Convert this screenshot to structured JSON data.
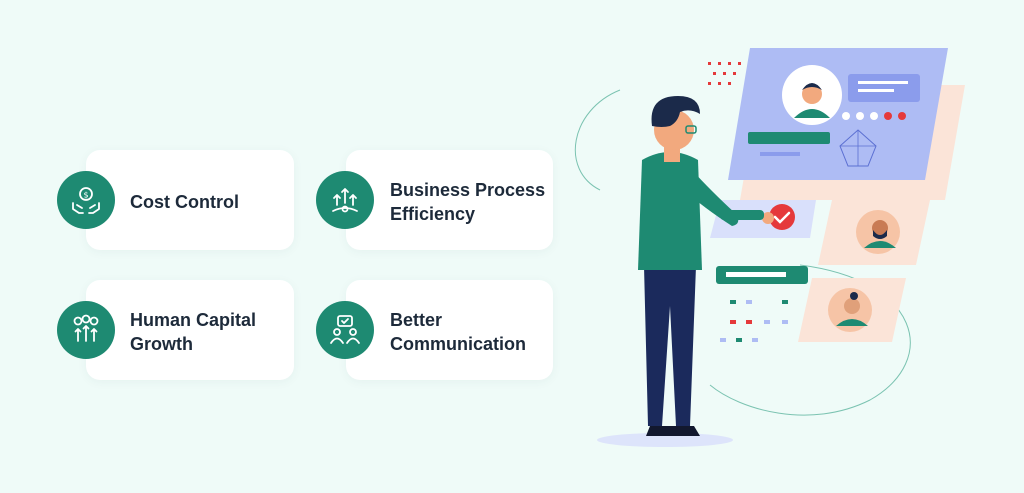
{
  "colors": {
    "background": "#effbf8",
    "card": "#ffffff",
    "accent_green": "#1e8a72",
    "text": "#1d2a3a",
    "panel_blue": "#aebcf4",
    "panel_peach": "#fbe4d8",
    "alert_red": "#e5393b"
  },
  "features": [
    {
      "label": "Cost Control",
      "icon": "coin-hands-icon"
    },
    {
      "label": "Business Process\nEfficiency",
      "icon": "growth-arrows-icon"
    },
    {
      "label": "Human Capital\nGrowth",
      "icon": "dollar-bars-icon"
    },
    {
      "label": "Better\nCommunication",
      "icon": "people-chat-icon"
    }
  ]
}
